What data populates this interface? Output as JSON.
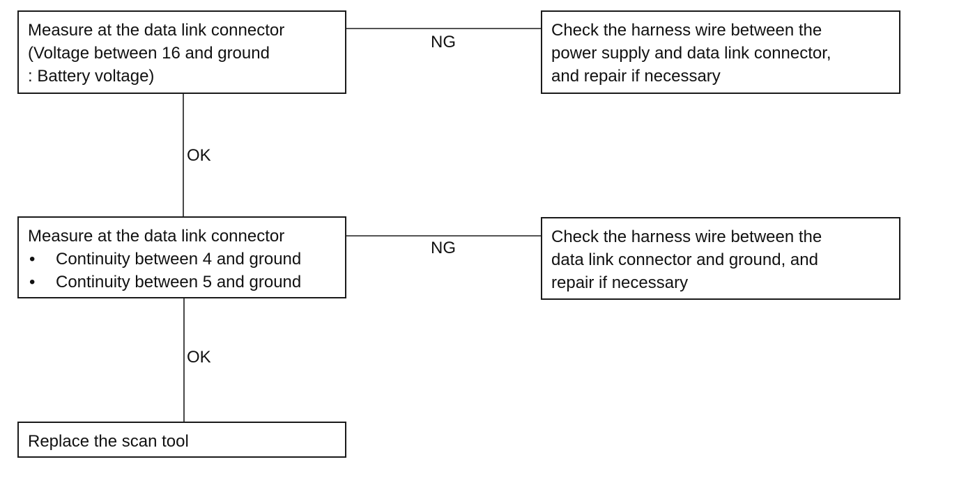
{
  "diagram": {
    "step1": {
      "lines": [
        "Measure at the data link connector",
        "(Voltage between 16 and ground",
        ": Battery voltage)"
      ]
    },
    "step1_ng_result": {
      "lines": [
        "Check the harness wire between the",
        "power supply and data link connector,",
        "and repair if necessary"
      ]
    },
    "step2": {
      "title": "Measure at the data link connector",
      "bullet": "•",
      "bullets": [
        "Continuity between 4 and ground",
        "Continuity between 5 and ground"
      ]
    },
    "step2_ng_result": {
      "lines": [
        "Check the harness wire between the",
        "data link connector and ground, and",
        "repair if necessary"
      ]
    },
    "step3": {
      "lines": [
        "Replace the scan tool"
      ]
    },
    "edges": {
      "ng1": "NG",
      "ok1": "OK",
      "ng2": "NG",
      "ok2": "OK"
    }
  }
}
